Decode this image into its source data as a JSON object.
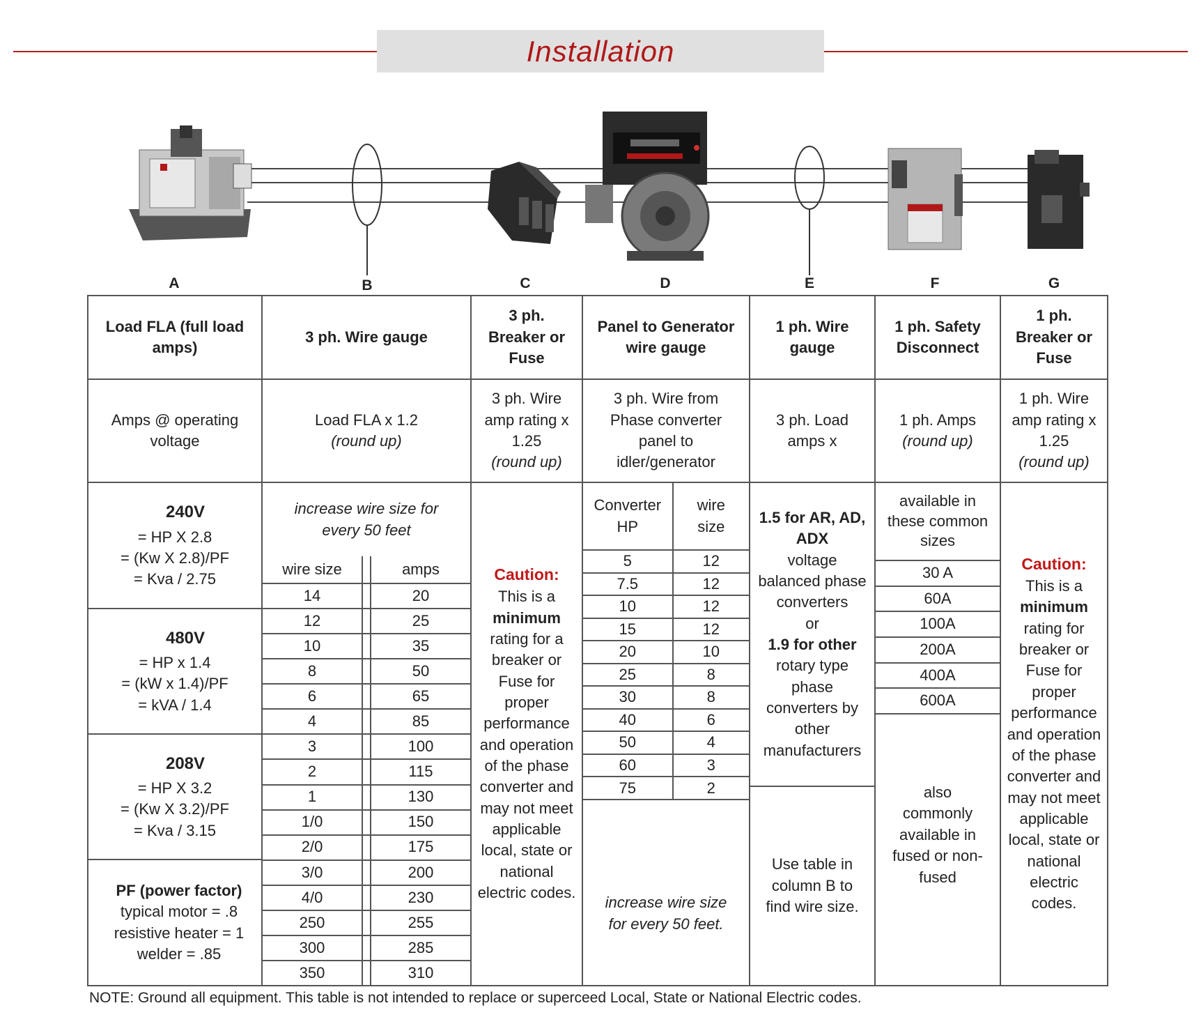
{
  "title": "Installation",
  "columns": [
    "A",
    "B",
    "C",
    "D",
    "E",
    "F",
    "G"
  ],
  "headers": {
    "a": "Load FLA (full load amps)",
    "b": "3 ph. Wire gauge",
    "c": "3 ph. Breaker or Fuse",
    "d": "Panel to Generator wire gauge",
    "e": "1 ph. Wire gauge",
    "f": "1 ph. Safety Disconnect",
    "g": "1 ph. Breaker or Fuse"
  },
  "formulas": {
    "a": "Amps @ operating voltage",
    "b_line1": "Load FLA x 1.2",
    "b_line2": "(round up)",
    "c_line1": "3 ph. Wire amp rating x 1.25",
    "c_line2": "(round up)",
    "d": "3 ph. Wire from Phase converter panel to idler/generator",
    "e": "3 ph. Load amps x",
    "f_line1": "1 ph. Amps",
    "f_line2": "(round up)",
    "g_line1": "1 ph. Wire amp rating x 1.25",
    "g_line2": "(round up)"
  },
  "voltage_groups": [
    {
      "title": "240V",
      "lines": [
        "= HP X 2.8",
        "= (Kw X 2.8)/PF",
        "= Kva / 2.75"
      ]
    },
    {
      "title": "480V",
      "lines": [
        "= HP x 1.4",
        "= (kW x 1.4)/PF",
        "= kVA / 1.4"
      ]
    },
    {
      "title": "208V",
      "lines": [
        "= HP X 3.2",
        "= (Kw X 3.2)/PF",
        "= Kva / 3.15"
      ]
    }
  ],
  "pf": {
    "title": "PF (power factor)",
    "lines": [
      "typical motor = .8",
      "resistive heater = 1",
      "welder = .85"
    ]
  },
  "wire_table": {
    "note_line1": "increase wire size for",
    "note_line2": "every 50 feet",
    "col1": "wire size",
    "col2": "amps",
    "rows": [
      [
        "14",
        "20"
      ],
      [
        "12",
        "25"
      ],
      [
        "10",
        "35"
      ],
      [
        "8",
        "50"
      ],
      [
        "6",
        "65"
      ],
      [
        "4",
        "85"
      ],
      [
        "3",
        "100"
      ],
      [
        "2",
        "115"
      ],
      [
        "1",
        "130"
      ],
      [
        "1/0",
        "150"
      ],
      [
        "2/0",
        "175"
      ],
      [
        "3/0",
        "200"
      ],
      [
        "4/0",
        "230"
      ],
      [
        "250",
        "255"
      ],
      [
        "300",
        "285"
      ],
      [
        "350",
        "310"
      ]
    ]
  },
  "caution": {
    "title": "Caution:",
    "line1": "This is a",
    "bold": "minimum",
    "rest": "rating for a breaker or Fuse for proper performance and operation of the phase converter and may not meet applicable local, state or national electric codes.",
    "rest_g": "rating for breaker or Fuse for proper performance and operation of the phase converter and may not meet applicable local, state or national electric codes."
  },
  "converter_table": {
    "col1": "Converter HP",
    "col2": "wire size",
    "rows": [
      [
        "5",
        "12"
      ],
      [
        "7.5",
        "12"
      ],
      [
        "10",
        "12"
      ],
      [
        "15",
        "12"
      ],
      [
        "20",
        "10"
      ],
      [
        "25",
        "8"
      ],
      [
        "30",
        "8"
      ],
      [
        "40",
        "6"
      ],
      [
        "50",
        "4"
      ],
      [
        "60",
        "3"
      ],
      [
        "75",
        "2"
      ]
    ],
    "note": "increase wire size for every 50 feet."
  },
  "e_multipliers": {
    "part1": "1.5 for AR, AD, ADX",
    "part2": "voltage balanced phase converters",
    "part3": "or",
    "part4": "1.9 for other",
    "part5": "rotary type phase converters by other manufacturers",
    "use_table": "Use table in column B to find wire size."
  },
  "disconnect": {
    "intro": "available in these common sizes",
    "sizes": [
      "30 A",
      "60A",
      "100A",
      "200A",
      "400A",
      "600A"
    ],
    "also": "also commonly available in fused or non-fused"
  },
  "note": "NOTE:  Ground all equipment.  This table is not intended to replace or superceed Local, State or National Electric codes.",
  "colors": {
    "accent_red": "#b01818",
    "title_bg": "#e0e0e0",
    "grid": "#555555"
  }
}
